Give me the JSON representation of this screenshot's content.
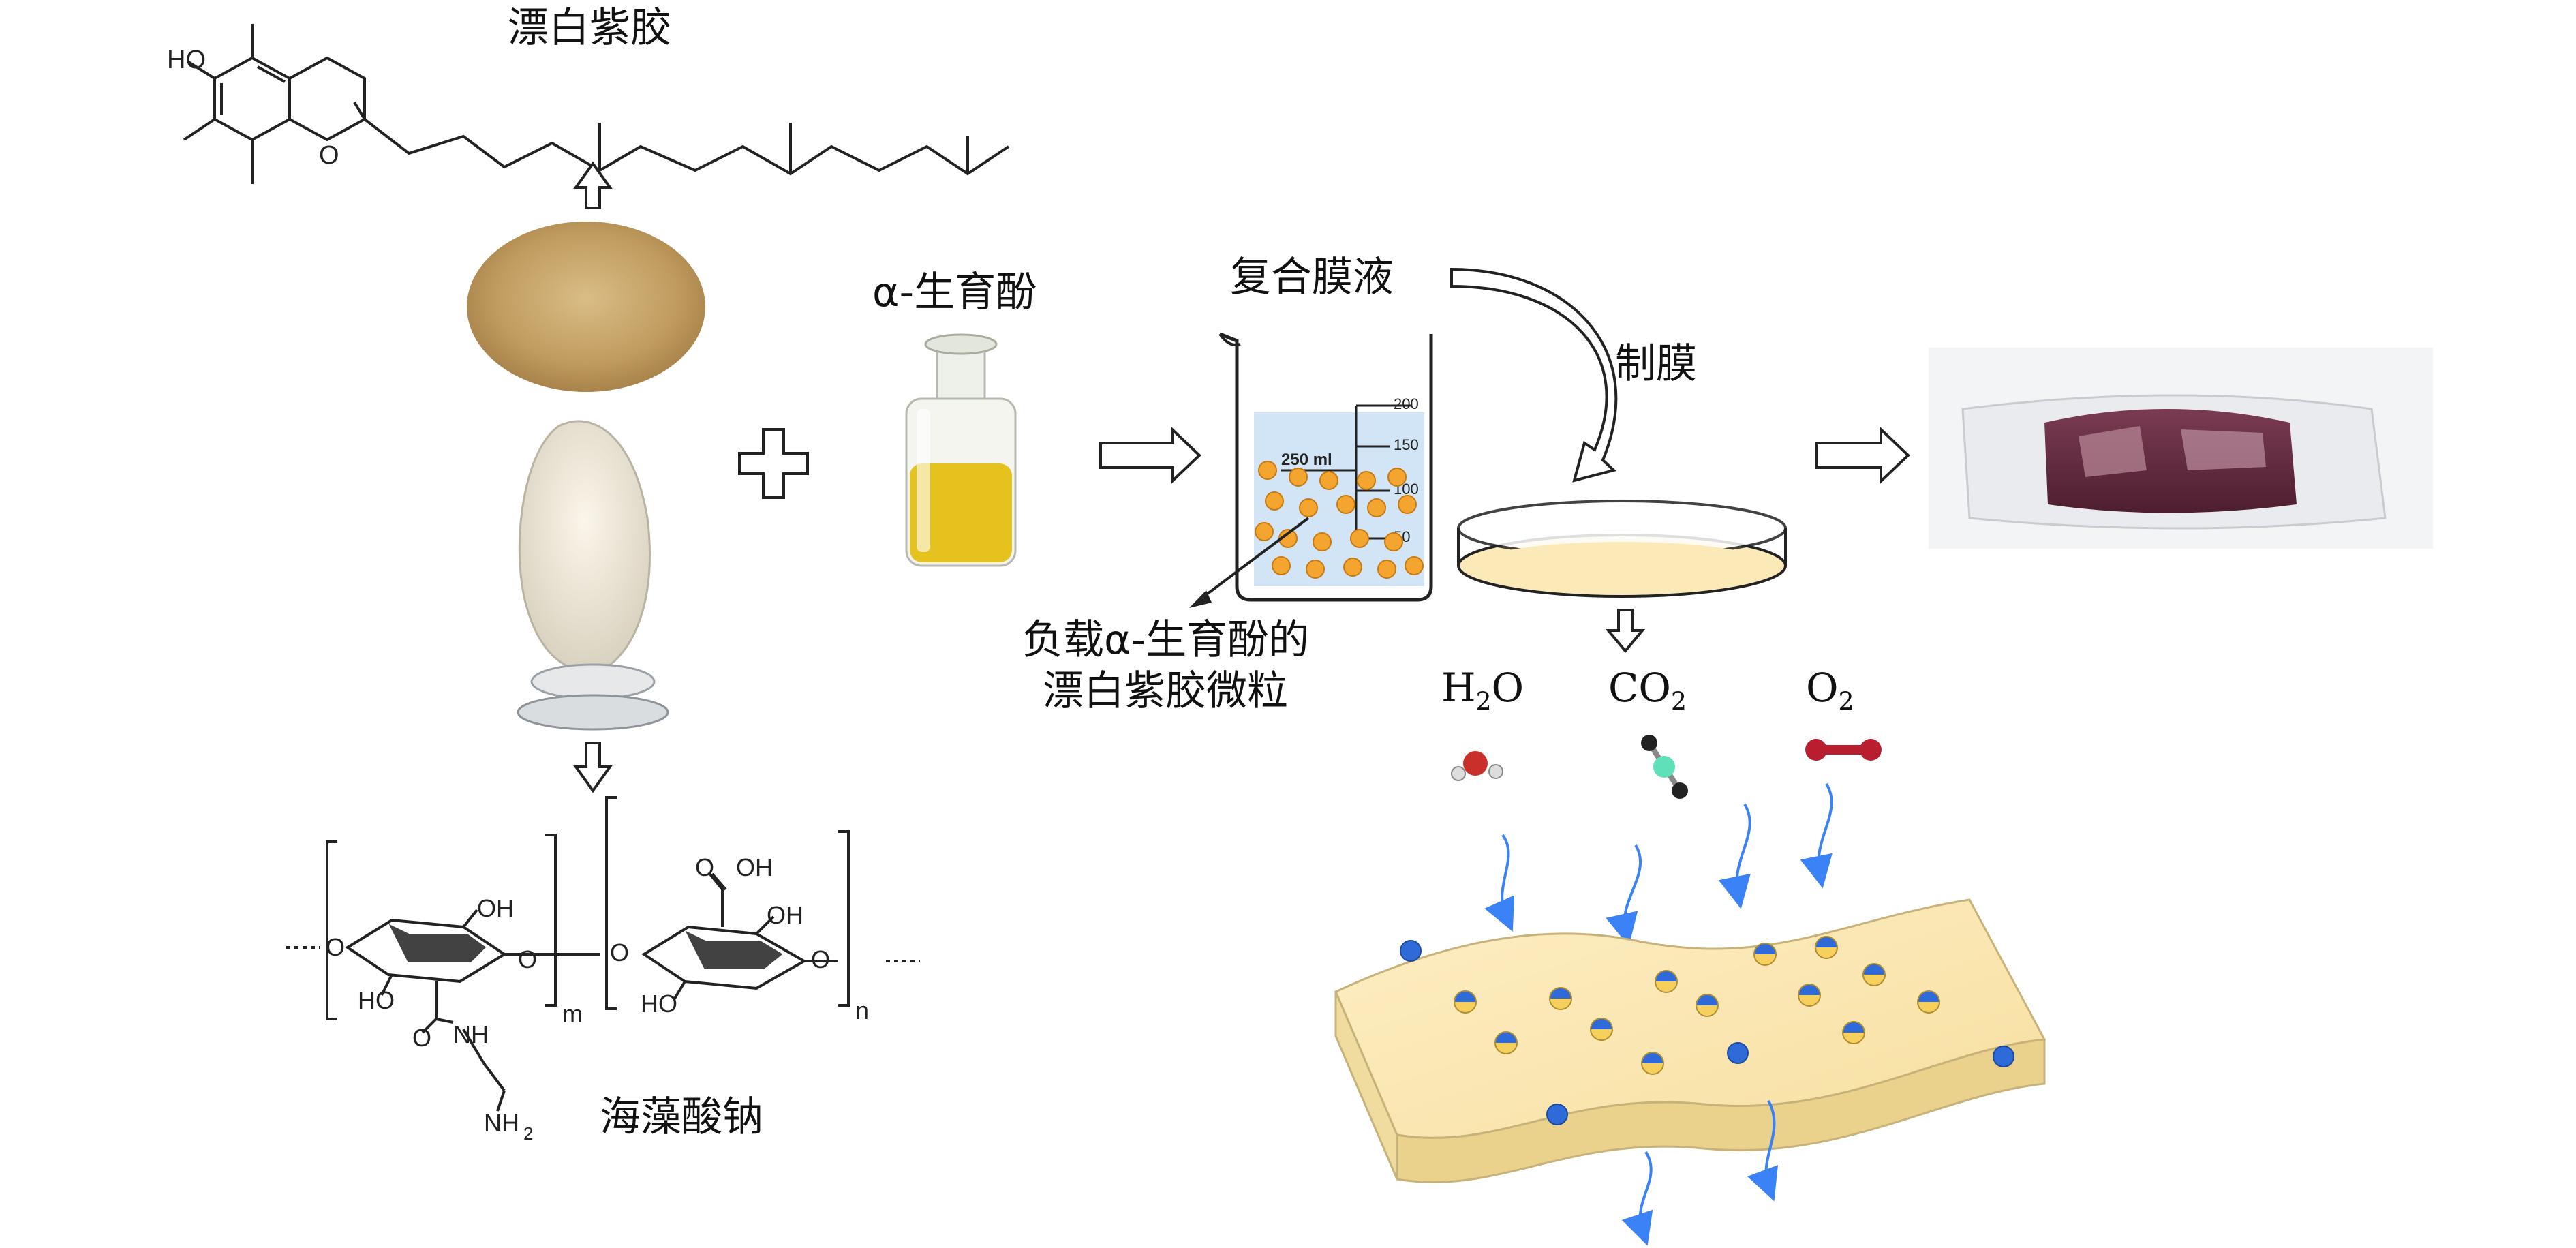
{
  "labels": {
    "tocopherol_top": "漂白紫胶",
    "alpha_tocopherol": "α-生育酚",
    "composite_solution": "复合膜液",
    "film_making": "制膜",
    "loaded_particles_line1": "负载α-生育酚的",
    "loaded_particles_line2": "漂白紫胶微粒",
    "sodium_alginate": "海藻酸钠"
  },
  "gases": {
    "h2o_main": "H",
    "h2o_sub": "2",
    "h2o_end": "O",
    "co2_main": "CO",
    "co2_sub": "2",
    "o2_main": "O",
    "o2_sub": "2"
  },
  "chem_labels": {
    "ho": "HO",
    "o_ring": "O",
    "oh_1": "OH",
    "oh_2": "OH",
    "o_link1": "O",
    "o_link2": "O",
    "o_ring2": "O",
    "o_ring3": "O",
    "ho_2": "HO",
    "ho_3": "HO",
    "o_carbonyl": "O",
    "o_acid": "O",
    "oh_acid": "OH",
    "nh": "NH",
    "nh2": "NH",
    "nh2_sub": "2",
    "m": "m",
    "n": "n"
  },
  "beaker": {
    "volume_label": "250 ml",
    "ticks": [
      "200",
      "150",
      "100",
      "50"
    ]
  },
  "colors": {
    "accent_blue": "#3b82f6",
    "particle_orange": "#f3a530",
    "film_fill": "#fbe9b8",
    "oil_yellow": "#e6c21e",
    "powder_brown": "#c9a66b"
  }
}
